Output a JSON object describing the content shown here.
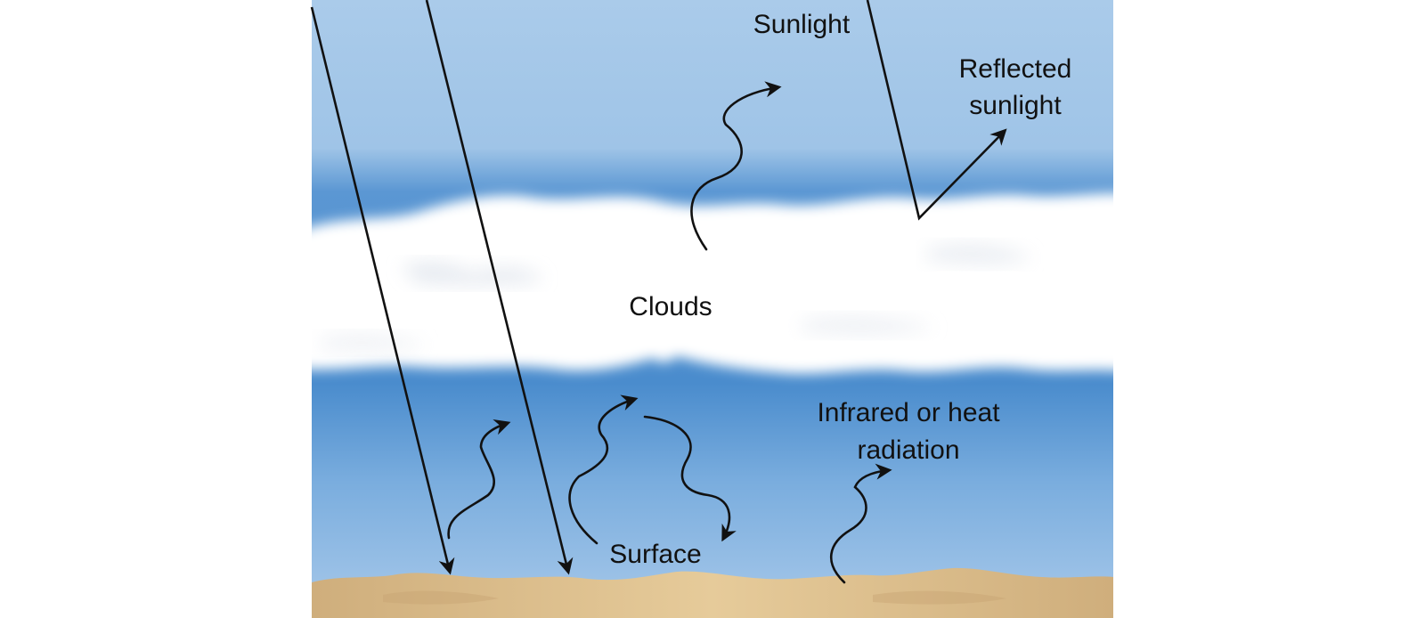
{
  "labels": {
    "sunlight": "Sunlight",
    "reflected_line1": "Reflected",
    "reflected_line2": "sunlight",
    "clouds": "Clouds",
    "infrared_line1": "Infrared or heat",
    "infrared_line2": "radiation",
    "surface": "Surface"
  },
  "colors": {
    "sky_top": "#aacaea",
    "sky_mid": "#4a8ccd",
    "cloud": "#ffffff",
    "ground": "#d8b98a",
    "arrow": "#111111"
  }
}
